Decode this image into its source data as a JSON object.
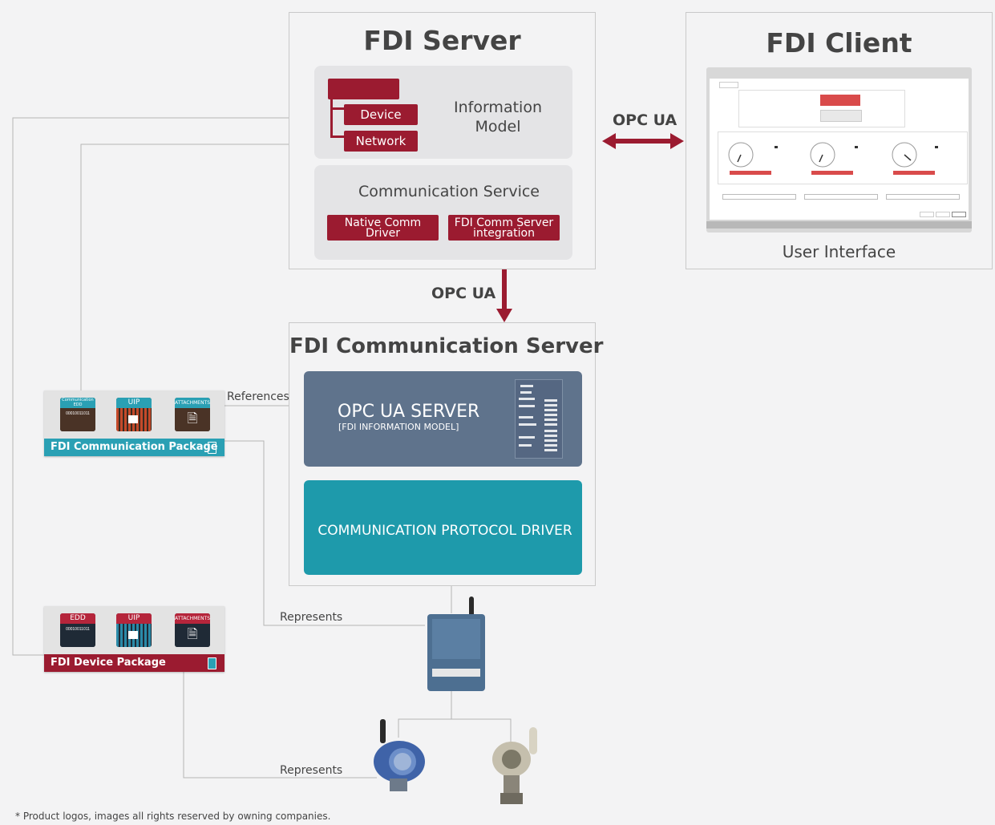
{
  "fdi_server": {
    "title": "FDI Server",
    "information_model": {
      "label": "Information Model",
      "items": [
        "Device",
        "Network"
      ]
    },
    "communication_service": {
      "title": "Communication Service",
      "buttons": [
        "Native Comm Driver",
        "FDI Comm Server integration"
      ]
    }
  },
  "fdi_client": {
    "title": "FDI Client",
    "caption": "User Interface"
  },
  "connectors": {
    "opcua_horizontal": "OPC UA",
    "opcua_vertical": "OPC UA",
    "references": "References",
    "represents_1": "Represents",
    "represents_2": "Represents"
  },
  "fdi_comm_server": {
    "title": "FDI Communication Server",
    "opcua_server": {
      "title": "OPC UA SERVER",
      "subtitle": "[FDI INFORMATION MODEL]"
    },
    "protocol_driver": "COMMUNICATION PROTOCOL DRIVER"
  },
  "comm_package": {
    "label": "FDI Communication Package",
    "tiles": [
      {
        "head": "Communication EDD",
        "body": "00010011011"
      },
      {
        "head": "UIP",
        "body": ""
      },
      {
        "head": "ATTACHMENTS",
        "body": ""
      }
    ]
  },
  "device_package": {
    "label": "FDI Device Package",
    "tiles": [
      {
        "head": "EDD",
        "body": "00010011011"
      },
      {
        "head": "UIP",
        "body": ""
      },
      {
        "head": "ATTACHMENTS",
        "body": ""
      }
    ]
  },
  "footnote": "* Product logos, images all rights reserved by owning companies.",
  "colors": {
    "brand_red": "#9b1b30",
    "slate": "#5f738c",
    "teal": "#1e9aab",
    "pkg_teal": "#2aa0b4"
  }
}
